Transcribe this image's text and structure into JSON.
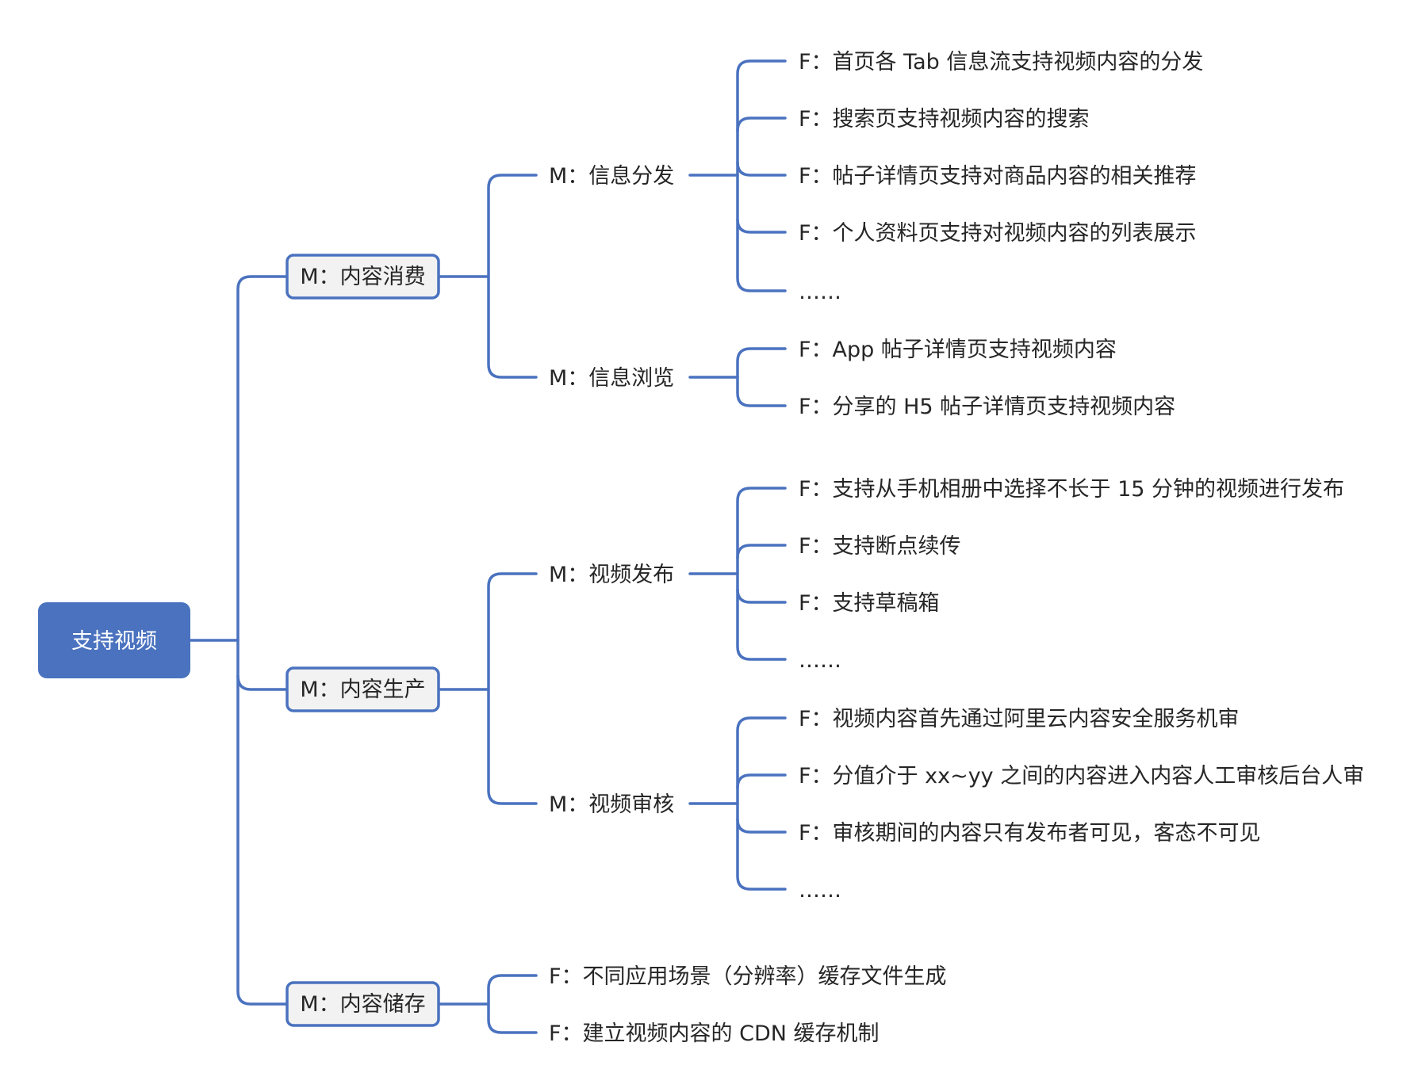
{
  "root": {
    "label": "支持视频"
  },
  "modules": [
    {
      "label": "M：内容消费",
      "children": [
        {
          "label": "M：信息分发",
          "items": [
            "F：首页各 Tab 信息流支持视频内容的分发",
            "F：搜索页支持视频内容的搜索",
            "F：帖子详情页支持对商品内容的相关推荐",
            "F：个人资料页支持对视频内容的列表展示",
            "……"
          ]
        },
        {
          "label": "M：信息浏览",
          "items": [
            "F：App 帖子详情页支持视频内容",
            "F：分享的 H5 帖子详情页支持视频内容"
          ]
        }
      ]
    },
    {
      "label": "M：内容生产",
      "children": [
        {
          "label": "M：视频发布",
          "items": [
            "F：支持从手机相册中选择不长于 15 分钟的视频进行发布",
            "F：支持断点续传",
            "F：支持草稿箱",
            "……"
          ]
        },
        {
          "label": "M：视频审核",
          "items": [
            "F：视频内容首先通过阿里云内容安全服务机审",
            "F：分值介于 xx~yy 之间的内容进入内容人工审核后台人审",
            "F：审核期间的内容只有发布者可见，客态不可见",
            "……"
          ]
        }
      ]
    },
    {
      "label": "M：内容储存",
      "items": [
        "F：不同应用场景（分辨率）缓存文件生成",
        "F：建立视频内容的 CDN 缓存机制"
      ]
    }
  ]
}
